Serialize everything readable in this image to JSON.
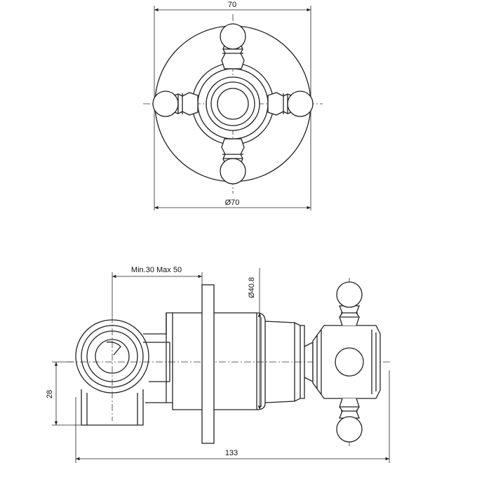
{
  "dimensions": {
    "top_width": "70",
    "top_diameter": "Ø70",
    "wall_range": "Min.30 Max 50",
    "body_diameter": "Ø40.8",
    "outlet_height": "28",
    "overall_length": "133"
  },
  "colors": {
    "line": "#222222",
    "centerline": "#333333",
    "background": "#ffffff"
  }
}
